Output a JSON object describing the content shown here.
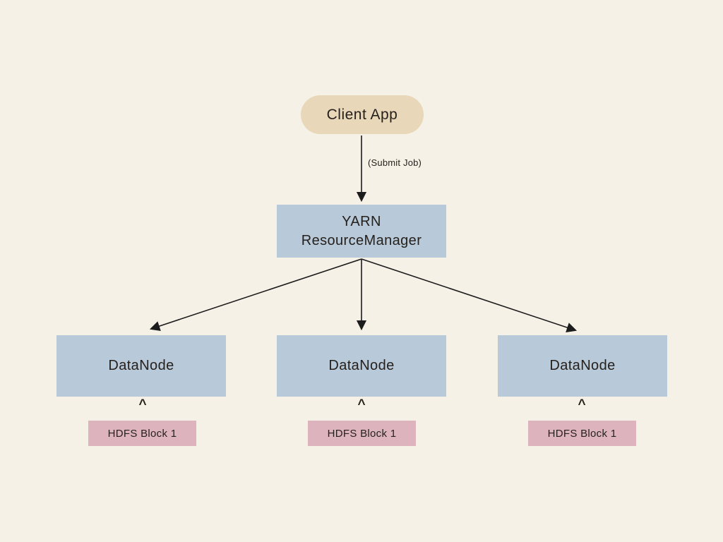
{
  "colors": {
    "background": "#f6f1e7",
    "node_blue": "#b8c9d9",
    "node_pink": "#ddb4be",
    "node_tan": "#e8d7b8",
    "text": "#26211c",
    "arrow": "#1c1c1c"
  },
  "diagram": {
    "client": {
      "label": "Client App"
    },
    "submit_edge": {
      "label": "(Submit Job)"
    },
    "resource_manager": {
      "line1": "YARN",
      "line2": "ResourceManager"
    },
    "datanodes": [
      {
        "label": "DataNode",
        "caret": "^",
        "block_label": "HDFS Block 1"
      },
      {
        "label": "DataNode",
        "caret": "^",
        "block_label": "HDFS Block 1"
      },
      {
        "label": "DataNode",
        "caret": "^",
        "block_label": "HDFS Block 1"
      }
    ]
  }
}
